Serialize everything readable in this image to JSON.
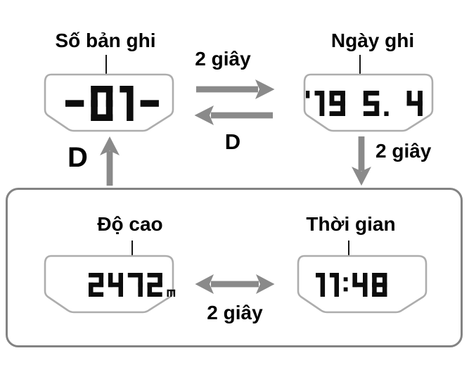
{
  "diagram": {
    "screens": {
      "record_number": {
        "label": "Số bản ghi",
        "lcd": "-01-"
      },
      "record_date": {
        "label": "Ngày ghi",
        "lcd": "'19 5. 4"
      },
      "altitude": {
        "label": "Độ cao",
        "lcd": "2472m"
      },
      "time": {
        "label": "Thời gian",
        "lcd": "11:48"
      }
    },
    "transitions": {
      "auto_top": "2 giây",
      "button_top": "D",
      "button_left": "D",
      "auto_right": "2 giây",
      "auto_bottom": "2 giây"
    },
    "colors": {
      "arrow": "#8a8a8a",
      "display_outline": "#adadad",
      "group_box_border": "#838383",
      "lcd_digits": "#0d0d0d",
      "label_text": "#000000"
    }
  }
}
